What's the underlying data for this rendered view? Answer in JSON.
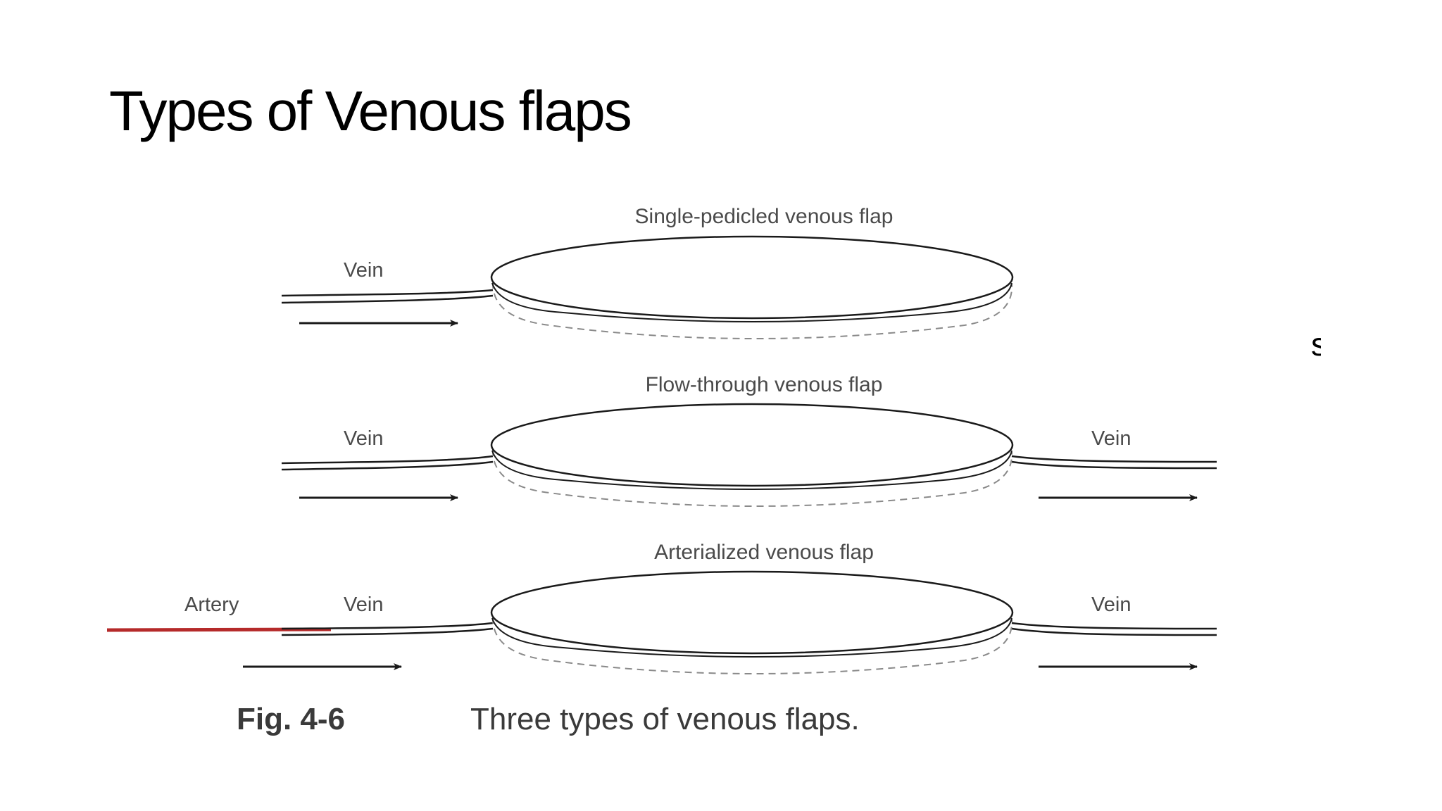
{
  "slide": {
    "title": "Types of Venous flaps",
    "stray_text": "s"
  },
  "figure": {
    "flaps": [
      {
        "title": "Single-pedicled venous flap",
        "left_labels": [
          "Vein"
        ],
        "right_label": "",
        "inflow_arrow": true,
        "outflow_arrow": false,
        "artery_colored": false
      },
      {
        "title": "Flow-through venous flap",
        "left_labels": [
          "Vein"
        ],
        "right_label": "Vein",
        "inflow_arrow": true,
        "outflow_arrow": true,
        "artery_colored": false
      },
      {
        "title": "Arterialized venous flap",
        "left_labels": [
          "Artery",
          "Vein"
        ],
        "right_label": "Vein",
        "inflow_arrow": true,
        "outflow_arrow": true,
        "artery_colored": true
      }
    ],
    "caption": {
      "number": "Fig. 4-6",
      "text": "Three types of venous flaps."
    },
    "colors": {
      "line": "#1a1a1a",
      "artery": "#b52a2a",
      "label": "#4a4a4a"
    }
  }
}
